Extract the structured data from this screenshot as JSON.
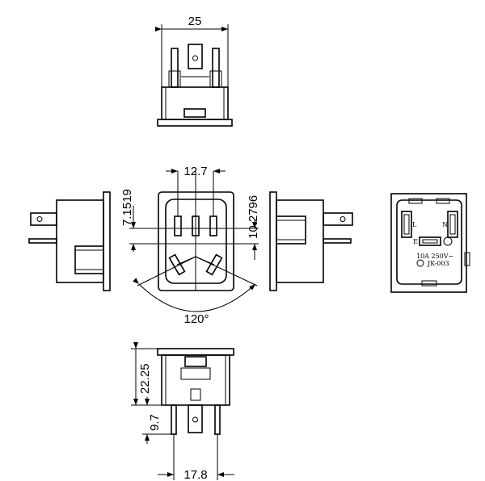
{
  "dimensions": {
    "top_width": "25",
    "pin_spacing": "12.7",
    "left_offset": "7.1519",
    "right_offset": "10.2796",
    "angle": "120°",
    "body_height": "22.25",
    "pin_length": "9.7",
    "bottom_width": "17.8"
  },
  "marking": {
    "line_label": "L",
    "neutral_label": "N",
    "earth_label": "E",
    "rating": "10A 250V~",
    "model": "JK-003"
  }
}
